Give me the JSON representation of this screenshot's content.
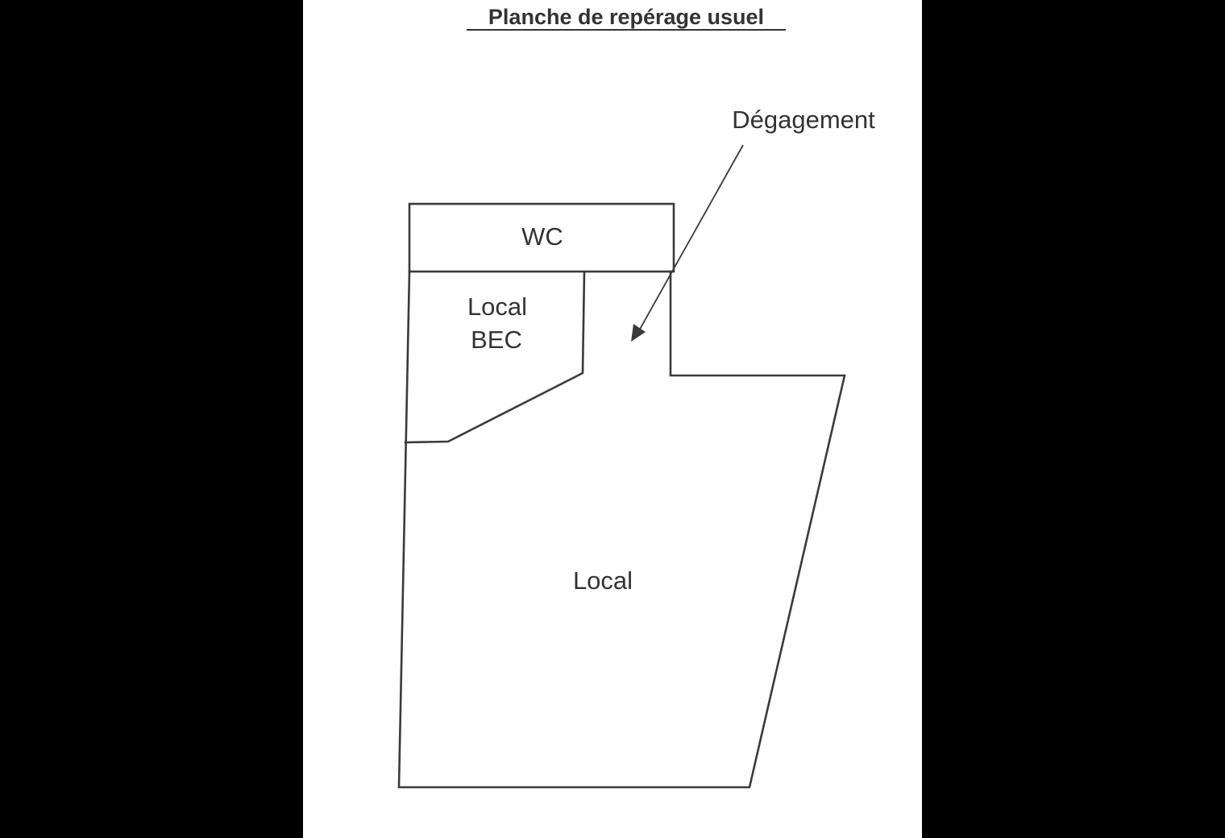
{
  "document": {
    "title": "Planche de repérage usuel"
  },
  "plan": {
    "rooms": [
      {
        "id": "wc",
        "lines": [
          "WC"
        ]
      },
      {
        "id": "local-bec",
        "lines": [
          "Local",
          "BEC"
        ]
      },
      {
        "id": "local",
        "lines": [
          "Local"
        ]
      }
    ],
    "annotation": {
      "label": "Dégagement"
    }
  },
  "colors": {
    "background": "#000000",
    "page": "#ffffff",
    "ink": "#333333"
  }
}
